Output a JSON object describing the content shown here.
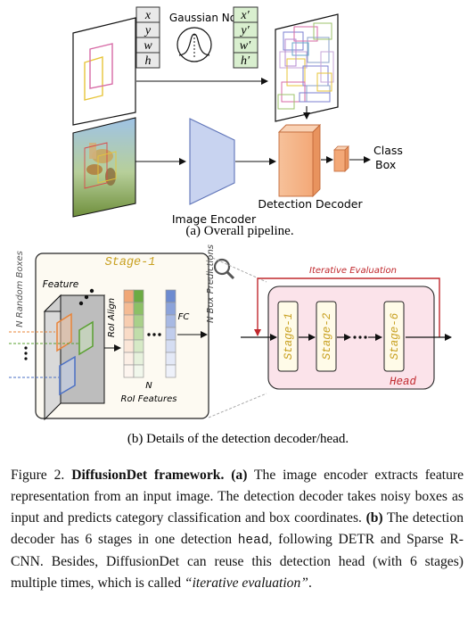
{
  "panel_a": {
    "input_box_vars": [
      "x",
      "y",
      "w",
      "h"
    ],
    "noise_label": "Gaussian Noise",
    "noisy_box_vars": [
      "x′",
      "y′",
      "w′",
      "h′"
    ],
    "encoder_label": "Image Encoder",
    "decoder_label": "Detection Decoder",
    "output_class": "Class",
    "output_box": "Box",
    "subcaption": "(a) Overall pipeline."
  },
  "panel_b": {
    "stage_title": "Stage-1",
    "random_boxes_label": "N Random Boxes",
    "feature_label": "Feature",
    "roi_align_label": "RoI Align",
    "roi_features_n": "N",
    "roi_features_label": "RoI Features",
    "fc_label": "FC",
    "box_predictions_label": "N Box Predictions",
    "iterative_label": "Iterative Evaluation",
    "stages": [
      "Stage-1",
      "Stage-2",
      "Stage-6"
    ],
    "head_label": "Head",
    "subcaption": "(b) Details of the detection decoder/head.",
    "colors": {
      "red": "#c0282d",
      "orange": "#e8843a",
      "green": "#5aa032",
      "blue": "#4a6fc4",
      "stage_text": "#c8a020",
      "head_fill": "#fbe3ea"
    }
  },
  "caption": {
    "fig_num": "Figure 2.",
    "title": "DiffusionDet framework.",
    "a_tag": "(a)",
    "a_text": "The image encoder extracts feature representation from an input image. The detection decoder takes noisy boxes as input and predicts category classification and box coordinates.",
    "b_tag": "(b)",
    "b_text1": "The detection decoder has 6 stages in one detection",
    "b_code": "head",
    "b_text2": ", following DETR and Sparse R-CNN. Besides, DiffusionDet can reuse this detection head (with 6 stages) multiple times, which is called",
    "b_italic": "“iterative evaluation”",
    "b_end": "."
  }
}
